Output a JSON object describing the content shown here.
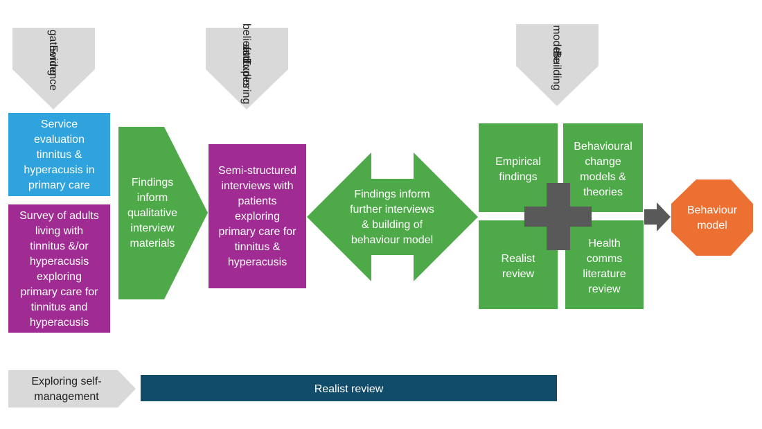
{
  "colors": {
    "blue": "#2ea3dd",
    "purple": "#a02b93",
    "green": "#4ea949",
    "grey": "#d9d9d9",
    "dark_grey": "#595959",
    "orange": "#ed7033",
    "navy": "#124c6b",
    "white": "#ffffff",
    "text_dark": "#222222"
  },
  "phases": {
    "evidence": [
      "Evidence",
      "gathering"
    ],
    "exploring": [
      "Exploring",
      "attitudes",
      "and",
      "beliefs"
    ],
    "building": [
      "Building",
      "the",
      "model"
    ]
  },
  "boxes": {
    "service_evaluation": [
      "Service",
      "evaluation",
      "tinnitus &",
      "hyperacusis in",
      "primary care"
    ],
    "survey": [
      "Survey of adults",
      "living with",
      "tinnitus &/or",
      "hyperacusis",
      "exploring",
      "primary care for",
      "tinnitus and",
      "hyperacusis"
    ],
    "findings_inform": [
      "Findings",
      "inform",
      "qualitative",
      "interview",
      "materials"
    ],
    "semi_structured": [
      "Semi-structured",
      "interviews with",
      "patients",
      "exploring",
      "primary care for",
      "tinnitus &",
      "hyperacusis"
    ],
    "further_interviews": [
      "Findings inform",
      "further interviews",
      "& building of",
      "behaviour model"
    ]
  },
  "quadrants": {
    "empirical": [
      "Empirical",
      "findings"
    ],
    "behavioural_change": [
      "Behavioural",
      "change",
      "models &",
      "theories"
    ],
    "realist": [
      "Realist",
      "review"
    ],
    "health_comms": [
      "Health",
      "comms",
      "literature",
      "review"
    ]
  },
  "outcome": [
    "Behaviour",
    "model"
  ],
  "bottom": {
    "self_management": [
      "Exploring self-",
      "management"
    ],
    "realist_review_bar": "Realist review"
  }
}
